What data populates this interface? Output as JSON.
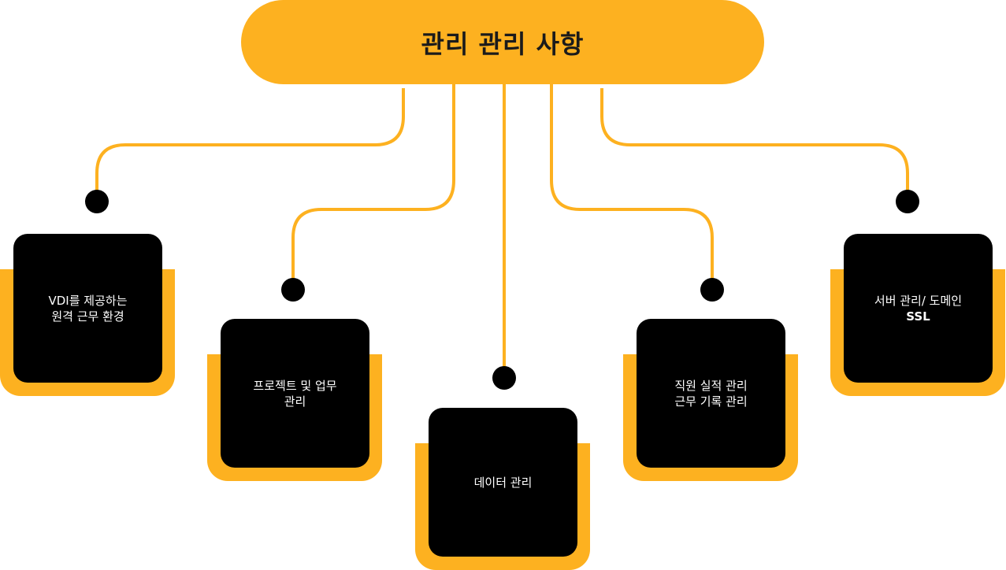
{
  "header": {
    "title": "관리 관리 사항"
  },
  "colors": {
    "accent": "#FDB120",
    "card": "#000000",
    "card_text": "#FFFFFF",
    "title_text": "#1B1B1B",
    "connector_dot": "#000000"
  },
  "nodes": [
    {
      "lines": [
        "VDI를 제공하는",
        "원격 근무 환경"
      ]
    },
    {
      "lines": [
        "프로젝트 및 업무",
        "관리"
      ]
    },
    {
      "lines": [
        "데이터 관리"
      ]
    },
    {
      "lines": [
        "직원 실적 관리",
        "근무 기록 관리"
      ]
    },
    {
      "lines": [
        "서버 관리/ 도메인",
        "SSL"
      ]
    }
  ]
}
